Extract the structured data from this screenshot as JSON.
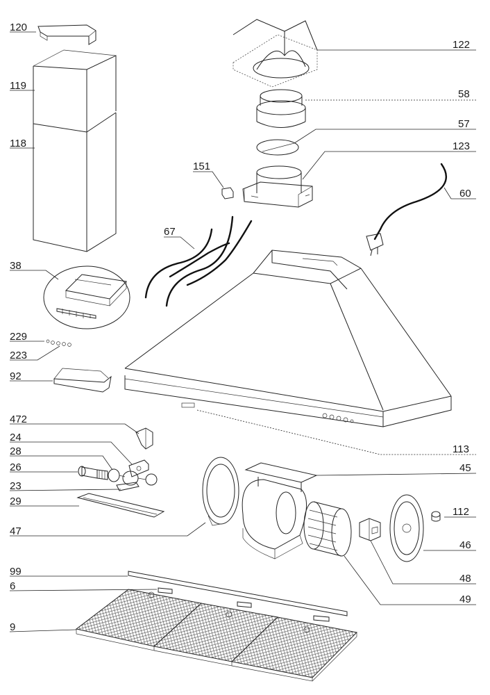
{
  "labels": [
    {
      "id": "120",
      "text": "120"
    },
    {
      "id": "119",
      "text": "119"
    },
    {
      "id": "118",
      "text": "118"
    },
    {
      "id": "38",
      "text": "38"
    },
    {
      "id": "229",
      "text": "229"
    },
    {
      "id": "223",
      "text": "223"
    },
    {
      "id": "92",
      "text": "92"
    },
    {
      "id": "472",
      "text": "472"
    },
    {
      "id": "24",
      "text": "24"
    },
    {
      "id": "28",
      "text": "28"
    },
    {
      "id": "26",
      "text": "26"
    },
    {
      "id": "23",
      "text": "23"
    },
    {
      "id": "29",
      "text": "29"
    },
    {
      "id": "47",
      "text": "47"
    },
    {
      "id": "99",
      "text": "99"
    },
    {
      "id": "6",
      "text": "6"
    },
    {
      "id": "9",
      "text": "9"
    },
    {
      "id": "122",
      "text": "122"
    },
    {
      "id": "58",
      "text": "58"
    },
    {
      "id": "57",
      "text": "57"
    },
    {
      "id": "123",
      "text": "123"
    },
    {
      "id": "151",
      "text": "151"
    },
    {
      "id": "60",
      "text": "60"
    },
    {
      "id": "67",
      "text": "67"
    },
    {
      "id": "113",
      "text": "113"
    },
    {
      "id": "45",
      "text": "45"
    },
    {
      "id": "112",
      "text": "112"
    },
    {
      "id": "46",
      "text": "46"
    },
    {
      "id": "48",
      "text": "48"
    },
    {
      "id": "49",
      "text": "49"
    }
  ]
}
